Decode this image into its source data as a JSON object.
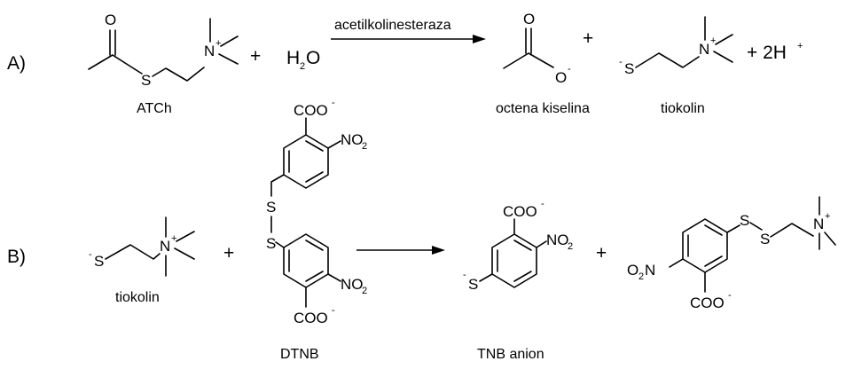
{
  "reaction_a": {
    "label": "A)",
    "plus_1": "+",
    "water": "H",
    "water_sub": "2",
    "water_o": "O",
    "enzyme": "acetilkolinesteraza",
    "plus_2": "+",
    "plus_3": "+ 2H",
    "proton_charge": "+",
    "reactant_name": "ATCh",
    "product_1_name": "octena kiselina",
    "product_2_name": "tiokolin"
  },
  "reaction_b": {
    "label": "B)",
    "plus_1": "+",
    "plus_2": "+",
    "reactant_1_name": "tiokolin",
    "reactant_2_name": "DTNB",
    "product_1_name": "TNB anion"
  },
  "atoms": {
    "S": "S",
    "O": "O",
    "N": "N",
    "plus": "+",
    "minus": "-",
    "coo": "COO",
    "no2": "NO",
    "no2_sub": "2",
    "o2n_o": "O",
    "o2n_sub": "2",
    "o2n_n": "N"
  }
}
